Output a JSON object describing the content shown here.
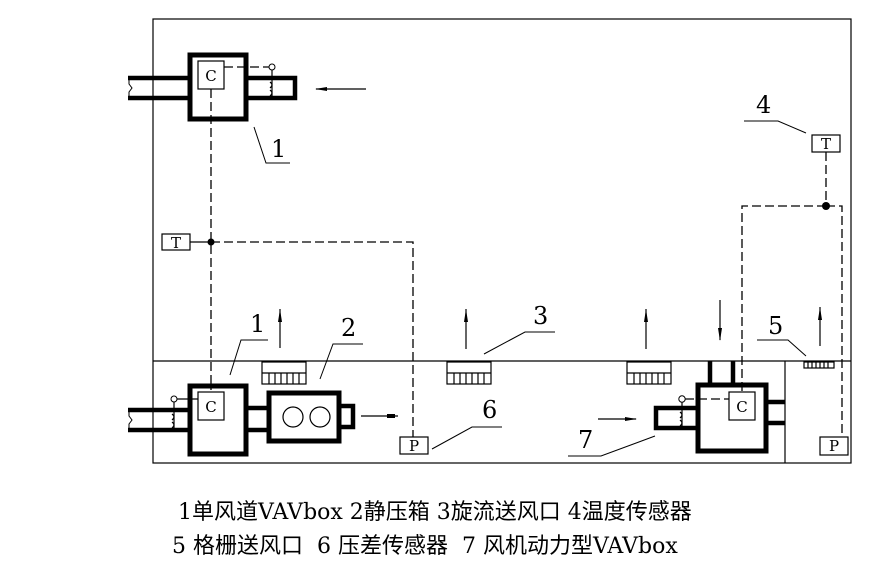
{
  "diagram": {
    "title": "VAV system schematic",
    "controller_label": "C",
    "temperature_sensor_label": "T",
    "pressure_sensor_label": "P",
    "callouts": [
      {
        "id": "1a",
        "number": "1"
      },
      {
        "id": "1b",
        "number": "1"
      },
      {
        "id": "2",
        "number": "2"
      },
      {
        "id": "3",
        "number": "3"
      },
      {
        "id": "4",
        "number": "4"
      },
      {
        "id": "5",
        "number": "5"
      },
      {
        "id": "6",
        "number": "6"
      },
      {
        "id": "7",
        "number": "7"
      }
    ]
  },
  "caption": {
    "line1": "1单风道VAVbox 2静压箱 3旋流送风口 4温度传感器",
    "line2": "5 格栅送风口  6 压差传感器  7 风机动力型VAVbox"
  }
}
